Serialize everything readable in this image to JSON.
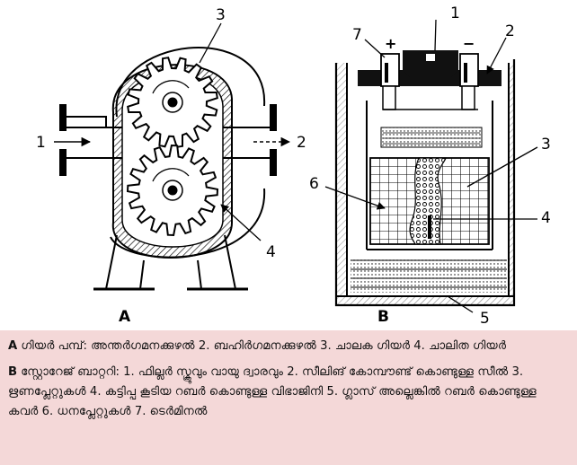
{
  "figure": {
    "panel_a": {
      "letter": "A",
      "labels": {
        "l1": "1",
        "l2": "2",
        "l3": "3",
        "l4": "4"
      }
    },
    "panel_b": {
      "letter": "B",
      "labels": {
        "l1": "1",
        "l2": "2",
        "l3": "3",
        "l4": "4",
        "l5": "5",
        "l6": "6",
        "l7": "7"
      },
      "terminal_plus": "+",
      "terminal_minus": "−"
    }
  },
  "caption": {
    "a_letter": "A",
    "a_text": " ഗിയർ പമ്പ്: അന്തർഗമനക്കുഴൽ 2. ബഹിർഗമനക്കുഴൽ 3. ചാലക ഗിയർ 4. ചാലിത ഗിയർ",
    "b_letter": "B",
    "b_text": " സ്റ്റോറേജ് ബാറ്ററി: 1. ഫില്ലർ സ്ക്രൂവും വായു ദ്വാരവും 2. സീലിങ് കോമ്പൗണ്ട് കൊണ്ടുള്ള സീൽ 3. ഋണപ്ലേറ്റുകൾ 4. കട്ടിപ്പ കൂടിയ റബർ കൊണ്ടുള്ള വിഭാജിനി 5. ഗ്ലാസ് അല്ലെങ്കിൽ റബർ കൊണ്ടുള്ള കവർ 6. ധനപ്ലേറ്റുകൾ 7. ടെർമിനൽ"
  }
}
